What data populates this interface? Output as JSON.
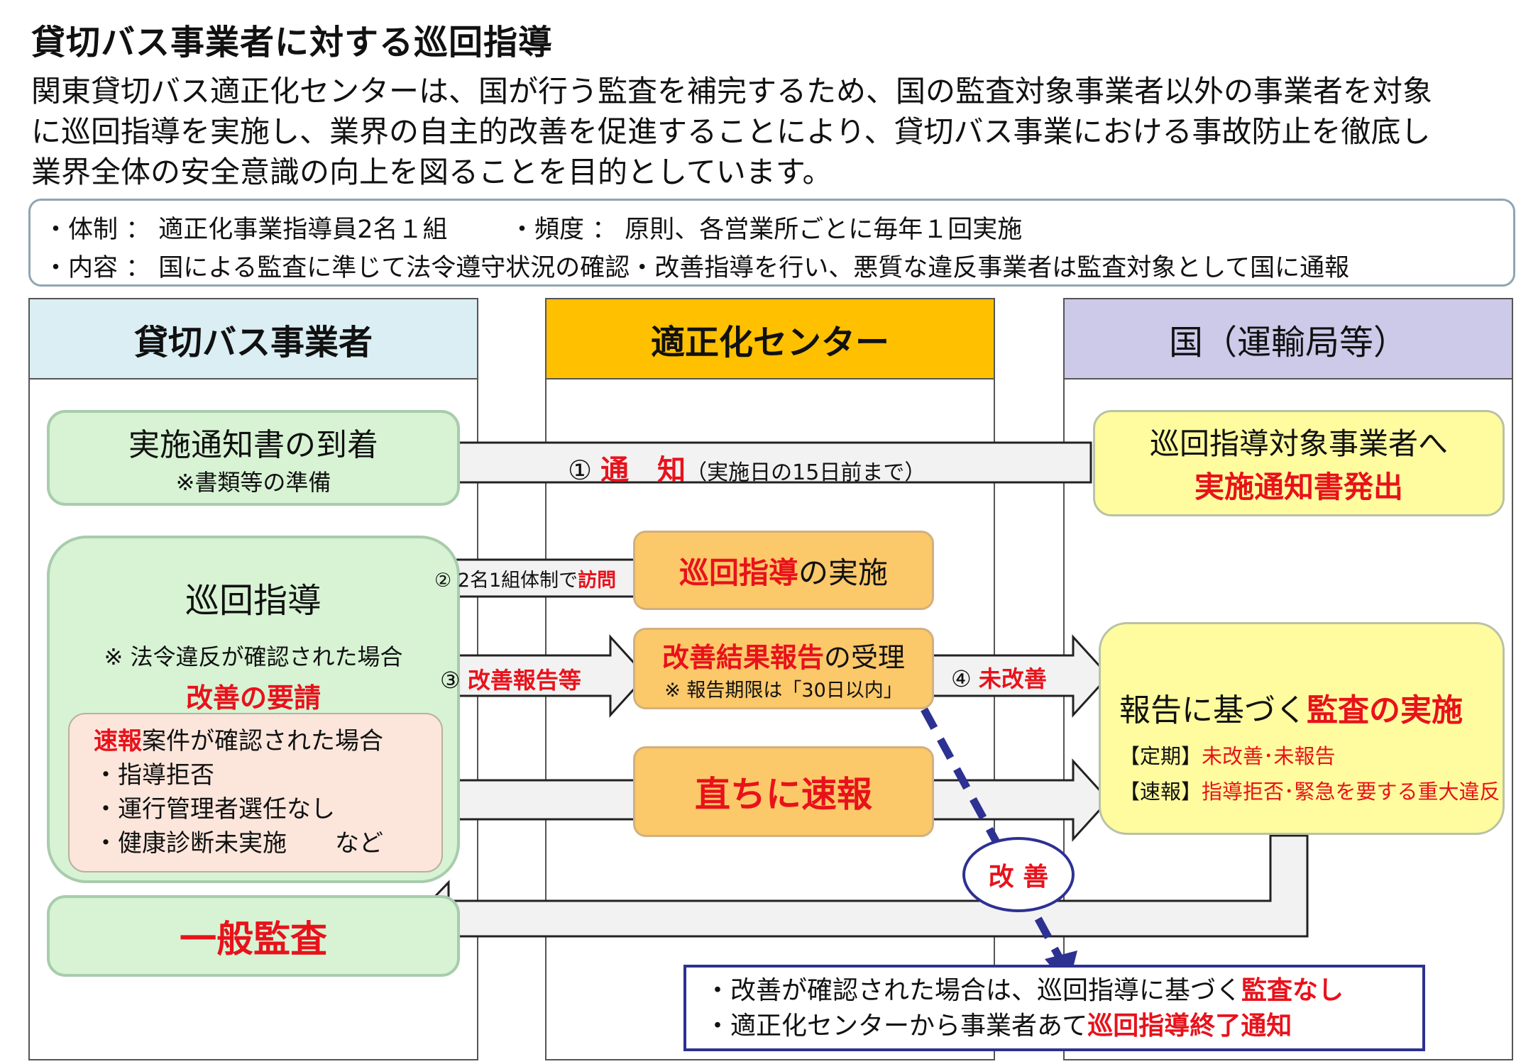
{
  "title": "貸切バス事業者に対する巡回指導",
  "intro": [
    "関東貸切バス適正化センターは、国が行う監査を補完するため、国の監査対象事業者以外の事業者を対象",
    "に巡回指導を実施し、業界の自主的改善を促進することにより、貸切バス事業における事故防止を徹底し",
    "業界全体の安全意識の向上を図ることを目的としています。"
  ],
  "info": {
    "line1_left": "・体制 ： 適正化事業指導員2名１組",
    "line1_right": "・頻度 ： 原則、各営業所ごとに毎年１回実施",
    "line2": "・内容 ： 国による監査に準じて法令遵守状況の確認・改善指導を行い、悪質な違反事業者は監査対象として国に通報"
  },
  "columns": {
    "operator": "貸切バス事業者",
    "center": "適正化センター",
    "government": "国（運輸局等）"
  },
  "operator": {
    "notice_arrival": "実施通知書の到着",
    "notice_prep": "※書類等の準備",
    "patrol": "巡回指導",
    "violation_case": "※ 法令違反が確認された場合",
    "improve_request": "改善の要請",
    "report_red": "速報",
    "report_text": "案件が確認された場合",
    "report_items": [
      "・指導拒否",
      "・運行管理者選任なし",
      "・健康診断未実施　　など"
    ],
    "general_audit": "一般監査"
  },
  "center": {
    "patrol_red": "巡回指導",
    "patrol_black": "の実施",
    "result_red": "改善結果報告",
    "result_black": "の受理",
    "deadline": "※ 報告期限は「30日以内」",
    "immediate": "直ちに速報",
    "improve_circle": "改 善"
  },
  "government": {
    "target": "巡回指導対象事業者へ",
    "issue": "実施通知書発出",
    "audit_black": "報告に基づく",
    "audit_red": "監査の実施",
    "periodic_label": "【定期】",
    "periodic_text": "未改善･未報告",
    "quick_label": "【速報】",
    "quick_text": "指導拒否･緊急を要する重大違反"
  },
  "arrows": {
    "a1_num": "①",
    "a1_red": "通　知",
    "a1_note": "（実施日の15日前まで）",
    "a2_num": "②",
    "a2_text": "2名1組体制で",
    "a2_red": "訪問",
    "a3_num": "③",
    "a3_red": "改善報告等",
    "a4_num": "④",
    "a4_red": "未改善"
  },
  "result": {
    "line1_black": "・改善が確認された場合は、巡回指導に基づく",
    "line1_red": "監査なし",
    "line2_black": "・適正化センターから事業者あて",
    "line2_red": "巡回指導終了通知"
  },
  "colors": {
    "red": "#e8121b",
    "navy": "#2d3192",
    "green_box": "#d7f3d4",
    "orange_box": "#fbc86a",
    "yellow_box": "#fefc9e",
    "pink_box": "#fce6dc",
    "operator_head": "#daeef3",
    "center_head": "#ffc000",
    "gov_head": "#ccc9e9"
  }
}
